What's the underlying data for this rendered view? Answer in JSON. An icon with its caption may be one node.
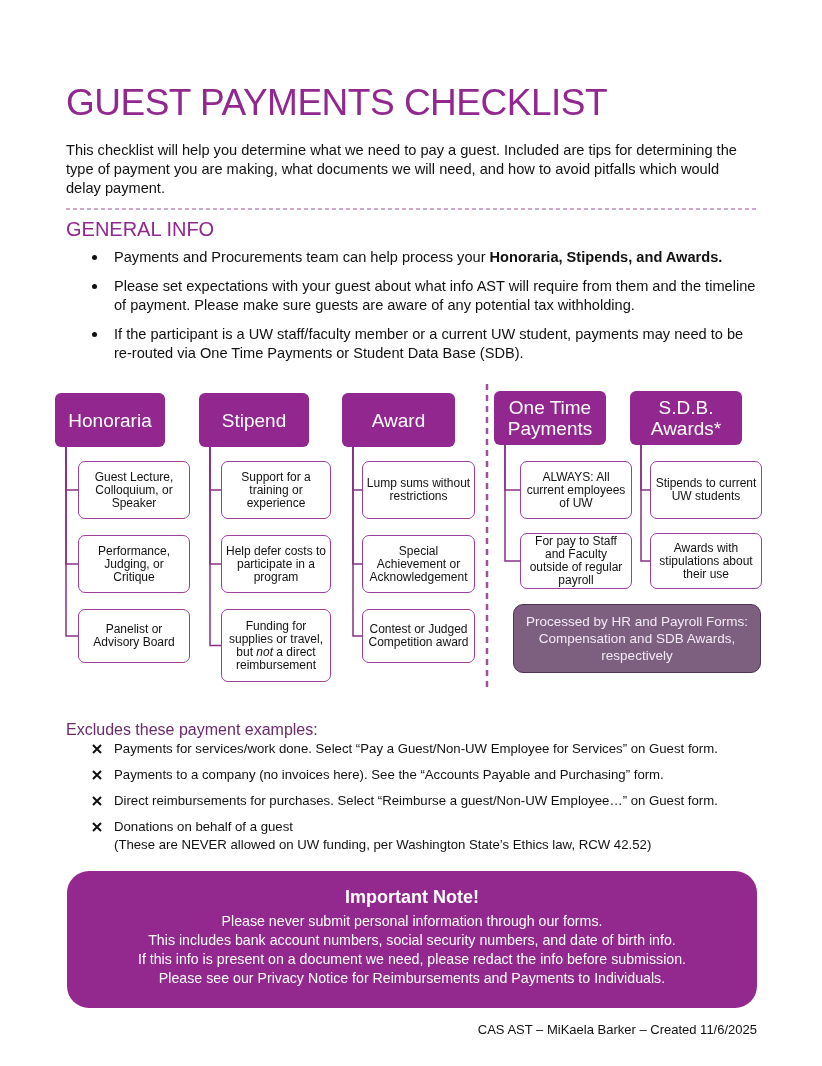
{
  "diagram": {
    "title": "GUEST PAYMENTS CHECKLIST",
    "nodes": [
      {
        "text": [
          "Honoraria"
        ]
      },
      {
        "text": [
          "Guest Lecture, Colloquium, or Speaker"
        ]
      },
      {
        "text": [
          "Performance, Judging, or Critique"
        ]
      },
      {
        "text": [
          "Panelist or Advisory Board"
        ]
      },
      {
        "text": [
          "Stipend"
        ]
      },
      {
        "text": [
          "Support for a training or experience"
        ]
      },
      {
        "text": [
          "Help defer costs to participate in a program"
        ]
      },
      {
        "text": [
          "Funding for supplies or travel, but *not* a direct reimbursement"
        ]
      },
      {
        "text": [
          "Award"
        ]
      },
      {
        "text": [
          "Lump sums without restrictions"
        ]
      },
      {
        "text": [
          "Special Achievement or Acknowledgement"
        ]
      },
      {
        "text": [
          "Contest or Judged Competition award"
        ]
      },
      {
        "text": [
          "One Time Payments"
        ]
      },
      {
        "text": [
          "ALWAYS: All current employees of UW"
        ]
      },
      {
        "text": [
          "For pay to Staff and Faculty outside of regular payroll"
        ]
      },
      {
        "text": [
          "S.D.B. Awards*"
        ]
      },
      {
        "text": [
          "Stipends to current UW students"
        ]
      },
      {
        "text": [
          "Awards with stipulations about their use"
        ]
      },
      {
        "text": [
          "Processed by HR and Payroll Forms: Compensation and SDB Awards, respectively"
        ]
      },
      {
        "text": [
          "Important Note!",
          "Please never submit personal information through our forms.",
          "This includes bank account numbers, social security numbers, and date of birth info.",
          "If this info is present on a document we need, please redact the info before submission.",
          "Please see our Privacy Notice for Reimbursements and Payments to Individuals."
        ]
      }
    ],
    "edges": [
      {
        "from": 0,
        "to": 1,
        "arrow": "none"
      },
      {
        "from": 0,
        "to": 2,
        "arrow": "none"
      },
      {
        "from": 0,
        "to": 3,
        "arrow": "none"
      },
      {
        "from": 4,
        "to": 5,
        "arrow": "none"
      },
      {
        "from": 4,
        "to": 6,
        "arrow": "none"
      },
      {
        "from": 4,
        "to": 7,
        "arrow": "none"
      },
      {
        "from": 8,
        "to": 9,
        "arrow": "none"
      },
      {
        "from": 8,
        "to": 10,
        "arrow": "none"
      },
      {
        "from": 8,
        "to": 11,
        "arrow": "none"
      },
      {
        "from": 12,
        "to": 13,
        "arrow": "none"
      },
      {
        "from": 12,
        "to": 14,
        "arrow": "none"
      },
      {
        "from": 15,
        "to": 16,
        "arrow": "none"
      },
      {
        "from": 15,
        "to": 17,
        "arrow": "none"
      }
    ],
    "labels": [
      "This checklist will help you determine what we need to pay a guest. Included are tips for determining the type of payment you are making, what documents we will need, and how to avoid pitfalls which would delay payment.",
      "GENERAL INFO",
      "Payments and Procurements team can help process your **Honoraria, Stipends, and Awards.**",
      "Please set expectations with your guest about what info AST will require from them and the timeline of payment. Please make sure guests are aware of any potential tax withholding.",
      "If the participant is a UW staff/faculty member or a current UW student, payments may need to be re-routed via One Time Payments or Student Data Base (SDB).",
      "Excludes these payment examples:",
      "Payments for services/work done. Select “Pay a Guest/Non-UW Employee for Services” on Guest form.",
      "Payments to a company (no invoices here). See the “Accounts Payable and Purchasing” form.",
      "Direct reimbursements for purchases. Select “Reimburse a guest/Non-UW Employee…” on Guest form.",
      "Donations on behalf of a guest",
      "(These are NEVER allowed on UW funding, per Washington State’s Ethics law, RCW 42.52)",
      "CAS AST – MiKaela Barker – Created 11/6/2025"
    ]
  }
}
